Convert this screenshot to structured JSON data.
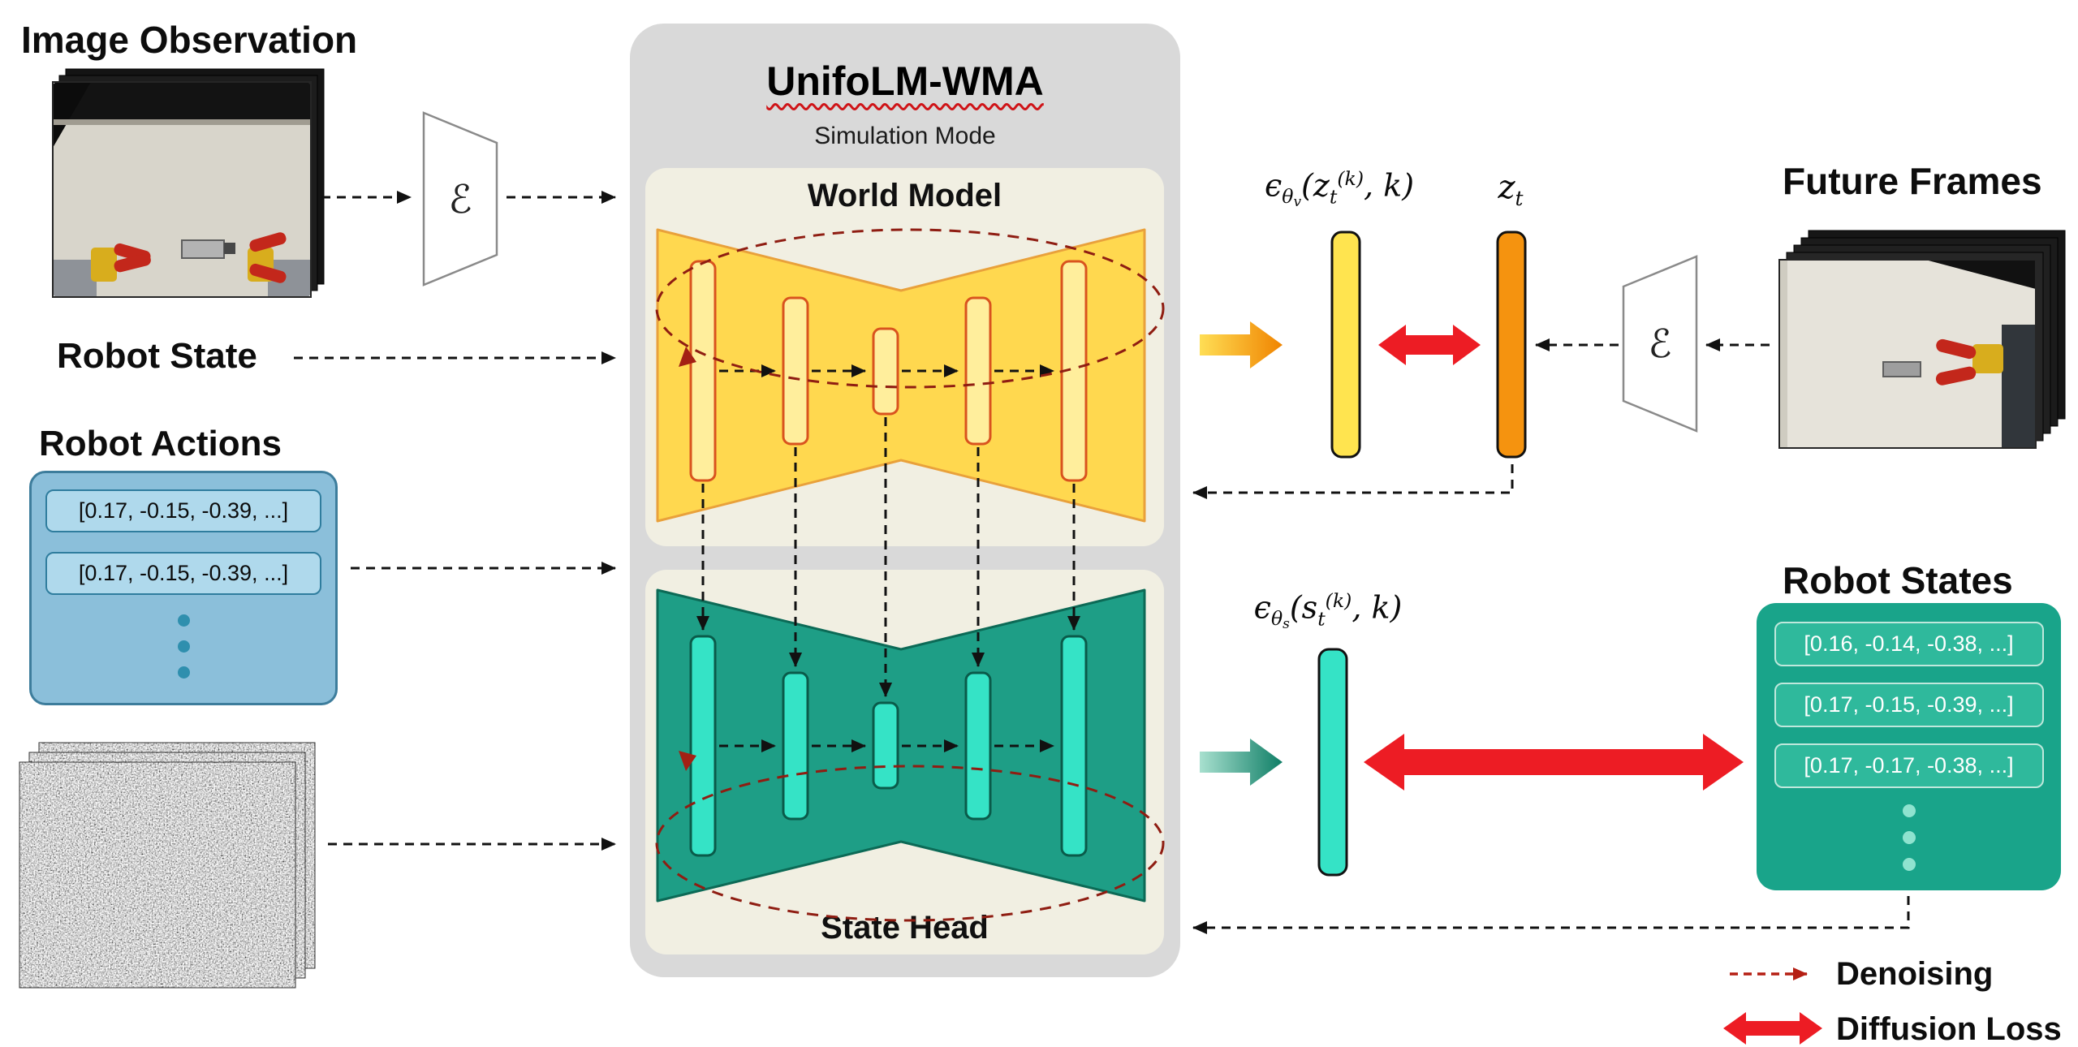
{
  "diagram": {
    "title": "UnifoLM-WMA",
    "subtitle": "Simulation Mode",
    "world_model_label": "World Model",
    "state_head_label": "State Head"
  },
  "labels": {
    "image_observation": "Image Observation",
    "robot_state": "Robot State",
    "robot_actions": "Robot Actions",
    "future_frames": "Future Frames",
    "robot_states": "Robot States"
  },
  "encoder_symbol": "ℰ",
  "math": {
    "world_eps": {
      "eps": "ϵ",
      "theta": "θ",
      "theta_sub": "v",
      "pre": "(z",
      "t": "t",
      "sup": "(k)",
      "post": ", k)"
    },
    "z_t": {
      "base": "z",
      "sub": "t"
    },
    "state_eps": {
      "eps": "ϵ",
      "theta": "θ",
      "theta_sub": "s",
      "pre": "(s",
      "t": "t",
      "sup": "(k)",
      "post": ", k)"
    }
  },
  "robot_actions": {
    "rows": [
      "[0.17, -0.15, -0.39, ...]",
      "[0.17, -0.15, -0.39, ...]"
    ]
  },
  "robot_states": {
    "rows": [
      "[0.16, -0.14, -0.38, ...]",
      "[0.17, -0.15, -0.39, ...]",
      "[0.17, -0.17, -0.38, ...]"
    ]
  },
  "legend": {
    "denoising": "Denoising",
    "diffusion_loss": "Diffusion Loss"
  },
  "colors": {
    "panel_gray": "#D9D9D9",
    "panel_cream": "#F1EFE2",
    "world_model_fill": "#FFD84F",
    "world_model_stroke": "#E9A13B",
    "world_bar_fill": "#FFEE9C",
    "world_bar_stroke": "#D9531E",
    "state_head_fill": "#1E9E86",
    "state_head_stroke": "#0C6A56",
    "state_bar_fill": "#35E3C6",
    "state_bar_stroke": "#0A5B4A",
    "noise_bar_yellow": "#FFE44F",
    "latent_orange": "#F5930F",
    "diffusion_red": "#ED1C24",
    "denoising_red": "#A32014",
    "actions_blue": "#8BBFDA",
    "actions_row_blue": "#AFD9EC",
    "states_teal": "#19A48A",
    "states_row_teal": "#2FB99C"
  }
}
